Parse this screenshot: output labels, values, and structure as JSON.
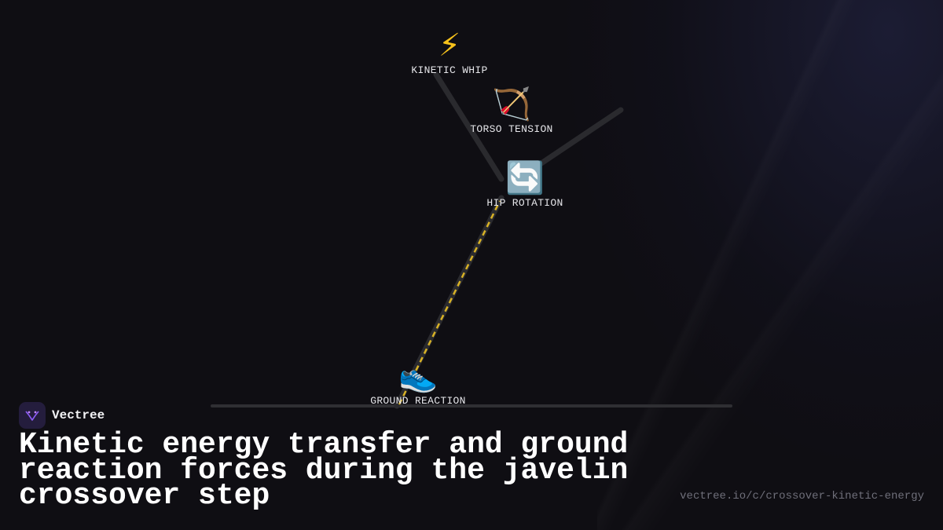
{
  "brand": {
    "name": "Vectree"
  },
  "title": "Kinetic energy transfer and ground reaction forces during the javelin crossover step",
  "url": "vectree.io/c/crossover-kinetic-energy",
  "nodes": [
    {
      "id": "kinetic-whip",
      "label": "KINETIC WHIP",
      "icon": "high-voltage-icon",
      "glyph": "⚡"
    },
    {
      "id": "torso-tension",
      "label": "TORSO TENSION",
      "icon": "bow-and-arrow-icon",
      "glyph": "🏹"
    },
    {
      "id": "hip-rotation",
      "label": "HIP ROTATION",
      "icon": "rotation-arrows-icon",
      "glyph": "🔄"
    },
    {
      "id": "ground-reaction",
      "label": "GROUND REACTION",
      "icon": "running-shoe-icon",
      "glyph": "👟"
    }
  ],
  "colors": {
    "background": "#0f0e13",
    "limb": "#2a2a2e",
    "highlight_path": "#d8b226",
    "ground": "#2f2f33",
    "text": "#e6e6ea",
    "brand_logo_bg": "#241d3d",
    "brand_logo_accent": "#8b5cf6"
  }
}
